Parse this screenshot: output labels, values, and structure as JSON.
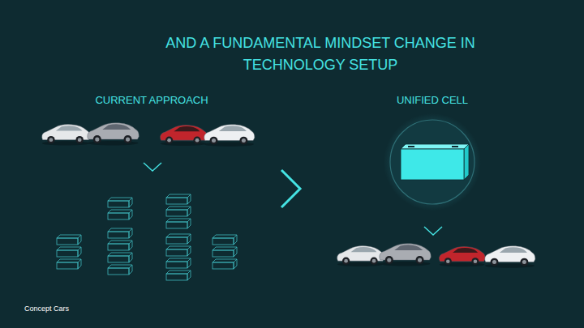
{
  "diagram": {
    "title": "AND A FUNDAMENTAL MINDSET CHANGE IN TECHNOLOGY SETUP",
    "labels": [
      "CURRENT APPROACH",
      "UNIFIED CELL",
      "Concept Cars"
    ]
  }
}
